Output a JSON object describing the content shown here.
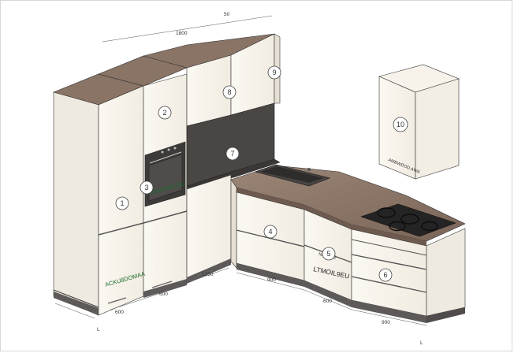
{
  "dimensions": {
    "top_depth": "50",
    "top_width": "1800",
    "d600_left": "600",
    "d600_mid": "600",
    "d1250": "1250",
    "d900_a": "900",
    "d600_right": "600",
    "d900_b": "900",
    "corner_left": "L",
    "corner_right": "L"
  },
  "callouts": [
    "1",
    "2",
    "3",
    "4",
    "5",
    "6",
    "7",
    "8",
    "9",
    "10"
  ],
  "labels": {
    "fridge_label": "ACKU8DOMAA",
    "oven_label": "FXSUGIHUJU",
    "drawer_label": "LTMOIL9EU",
    "drawer_small": "NATWLE",
    "wall_unit_tag": "AMBWDOD.AWA"
  },
  "colors": {
    "front": "#f7f3eb",
    "top": "#8a7466",
    "side_dark": "#4a4644",
    "plinth": "#5d5a59",
    "label_green": "#1c6a2a"
  }
}
